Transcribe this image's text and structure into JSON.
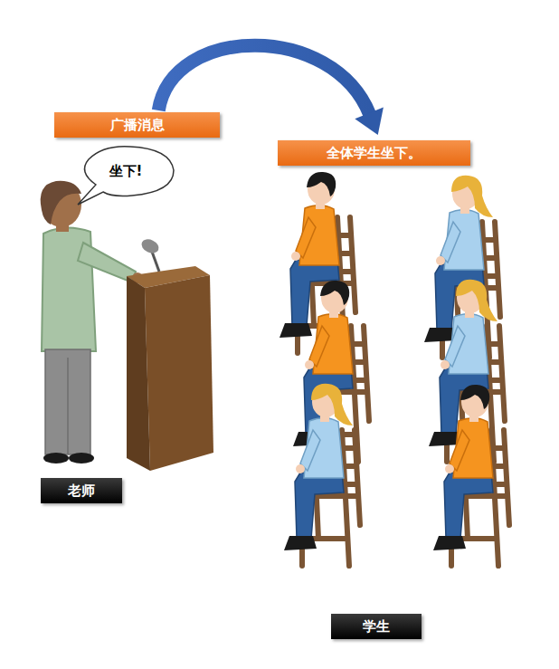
{
  "diagram": {
    "nodes": [
      {
        "text": [
          "广播消息"
        ]
      },
      {
        "text": [
          "坐下!"
        ]
      },
      {
        "text": [
          "全体学生坐下。"
        ]
      },
      {
        "text": [
          "老师"
        ]
      },
      {
        "text": [
          "学生"
        ]
      }
    ],
    "edges": [
      {
        "from": 0,
        "to": 2,
        "arrow": "to"
      }
    ]
  }
}
